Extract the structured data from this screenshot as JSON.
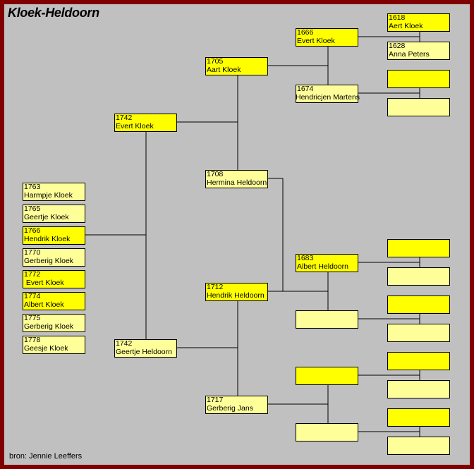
{
  "title": "Kloek-Heldoorn",
  "footer": "bron: Jennie Leeffers",
  "colors": {
    "male": "#ffff00",
    "female": "#ffff99",
    "border": "#800000",
    "background": "#c0c0c0"
  },
  "children": [
    {
      "year": "1763",
      "name": "Harmpje Kloek",
      "sex": "f"
    },
    {
      "year": "1765",
      "name": "Geertje Kloek",
      "sex": "f"
    },
    {
      "year": "1766",
      "name": "Hendrik Kloek",
      "sex": "m"
    },
    {
      "year": "1770",
      "name": "Gerberig Kloek",
      "sex": "f"
    },
    {
      "year": "1772",
      "name": " Evert Kloek",
      "sex": "m"
    },
    {
      "year": "1774",
      "name": "Albert Kloek",
      "sex": "m"
    },
    {
      "year": "1775",
      "name": "Gerberig Kloek",
      "sex": "f"
    },
    {
      "year": "1778",
      "name": "Geesje Kloek",
      "sex": "f"
    }
  ],
  "parents": [
    {
      "year": "1742",
      "name": "Evert Kloek"
    },
    {
      "year": "1742",
      "name": "Geertje Heldoorn"
    }
  ],
  "grandparents": [
    {
      "year": "1705",
      "name": "Aart Kloek"
    },
    {
      "year": "1708",
      "name": "Hermina Heldoorn"
    },
    {
      "year": "1712",
      "name": "Hendrik Heldoorn"
    },
    {
      "year": "1717",
      "name": "Gerberig Jans"
    }
  ],
  "great_grandparents": [
    {
      "year": "1666",
      "name": "Evert Kloek"
    },
    {
      "year": "1674",
      "name": "Hendricjen Martens"
    },
    {
      "year": "1683",
      "name": "Albert Heldoorn"
    }
  ],
  "great_great_grandparents": [
    {
      "year": "1618",
      "name": "Aert Kloek"
    },
    {
      "year": "1628",
      "name": "Anna Peters"
    }
  ]
}
